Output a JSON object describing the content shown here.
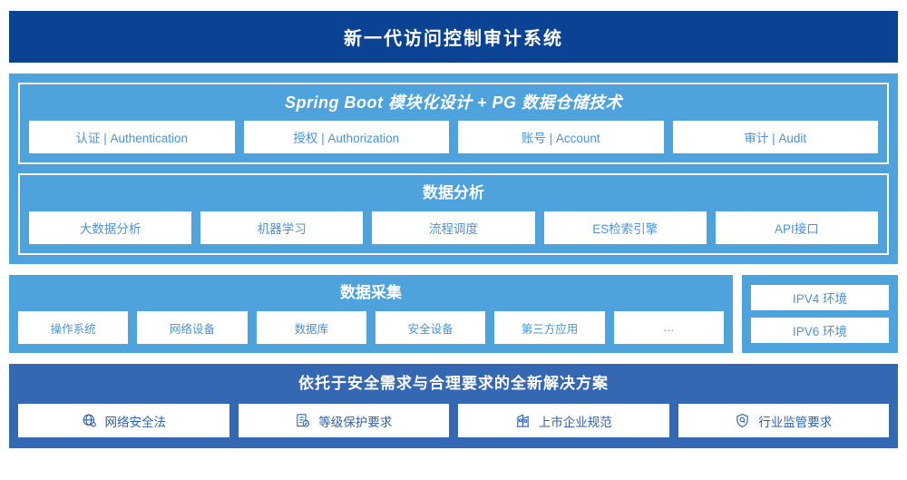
{
  "header": {
    "title": "新一代访问控制审计系统"
  },
  "platform": {
    "groups": [
      {
        "title": "Spring Boot 模块化设计 + PG 数据仓储技术",
        "italic": true,
        "tiles": [
          {
            "label": "认证 | Authentication"
          },
          {
            "label": "授权 | Authorization"
          },
          {
            "label": "账号 | Account"
          },
          {
            "label": "审计 | Audit"
          }
        ]
      },
      {
        "title": "数据分析",
        "italic": false,
        "tiles": [
          {
            "label": "大数据分析"
          },
          {
            "label": "机器学习"
          },
          {
            "label": "流程调度"
          },
          {
            "label": "ES检索引擎"
          },
          {
            "label": "API接口"
          }
        ]
      }
    ]
  },
  "collection": {
    "title": "数据采集",
    "tiles": [
      {
        "label": "操作系统"
      },
      {
        "label": "网络设备"
      },
      {
        "label": "数据库"
      },
      {
        "label": "安全设备"
      },
      {
        "label": "第三方应用"
      },
      {
        "label": "…"
      }
    ],
    "environments": [
      {
        "label": "IPV4 环境"
      },
      {
        "label": "IPV6 环境"
      }
    ]
  },
  "compliance": {
    "title": "依托于安全需求与合理要求的全新解决方案",
    "tiles": [
      {
        "label": "网络安全法",
        "icon": "globe-network-icon"
      },
      {
        "label": "等级保护要求",
        "icon": "document-check-icon"
      },
      {
        "label": "上市企业规范",
        "icon": "office-building-icon"
      },
      {
        "label": "行业监管要求",
        "icon": "shield-search-icon"
      }
    ]
  },
  "colors": {
    "header_navy": "#0b4394",
    "platform_blue": "#4ea3dd",
    "compliance_blue": "#3468b2",
    "tile_text_light": "#4a93d6",
    "tile_text_dark": "#2f62ab",
    "tile_bg": "#ffffff"
  }
}
